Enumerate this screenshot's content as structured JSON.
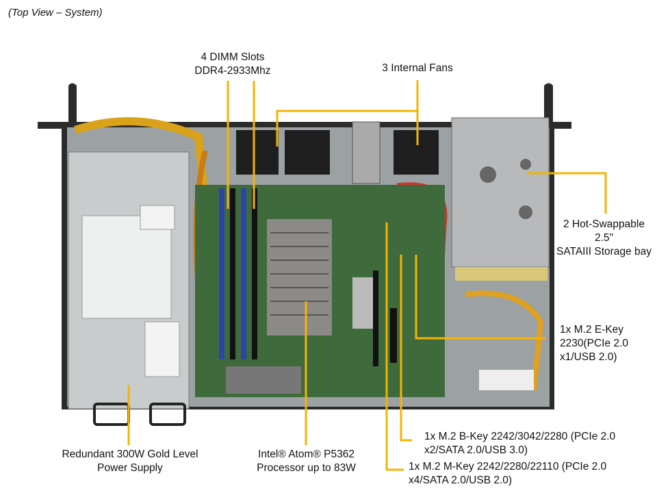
{
  "caption": "(Top View – System)",
  "labels": {
    "dimm": [
      "4 DIMM Slots",
      "DDR4-2933Mhz"
    ],
    "fans": "3 Internal Fans",
    "storage": [
      "2 Hot-Swappable",
      "2.5\"",
      "SATAIII Storage bay"
    ],
    "ekey": [
      "1x M.2 E-Key",
      "2230(PCIe 2.0",
      "x1/USB 2.0)"
    ],
    "bkey": [
      "1x M.2 B-Key 2242/3042/2280 (PCIe 2.0",
      "x2/SATA 2.0/USB 3.0)"
    ],
    "mkey": [
      "1x M.2 M-Key 2242/2280/22110 (PCIe 2.0",
      "x4/SATA 2.0/USB 2.0)"
    ],
    "psu": [
      "Redundant 300W Gold Level",
      "Power Supply"
    ],
    "cpu": [
      "Intel® Atom® P5362",
      "Processor up to 83W"
    ]
  },
  "colors": {
    "callout": "#f5b400"
  }
}
